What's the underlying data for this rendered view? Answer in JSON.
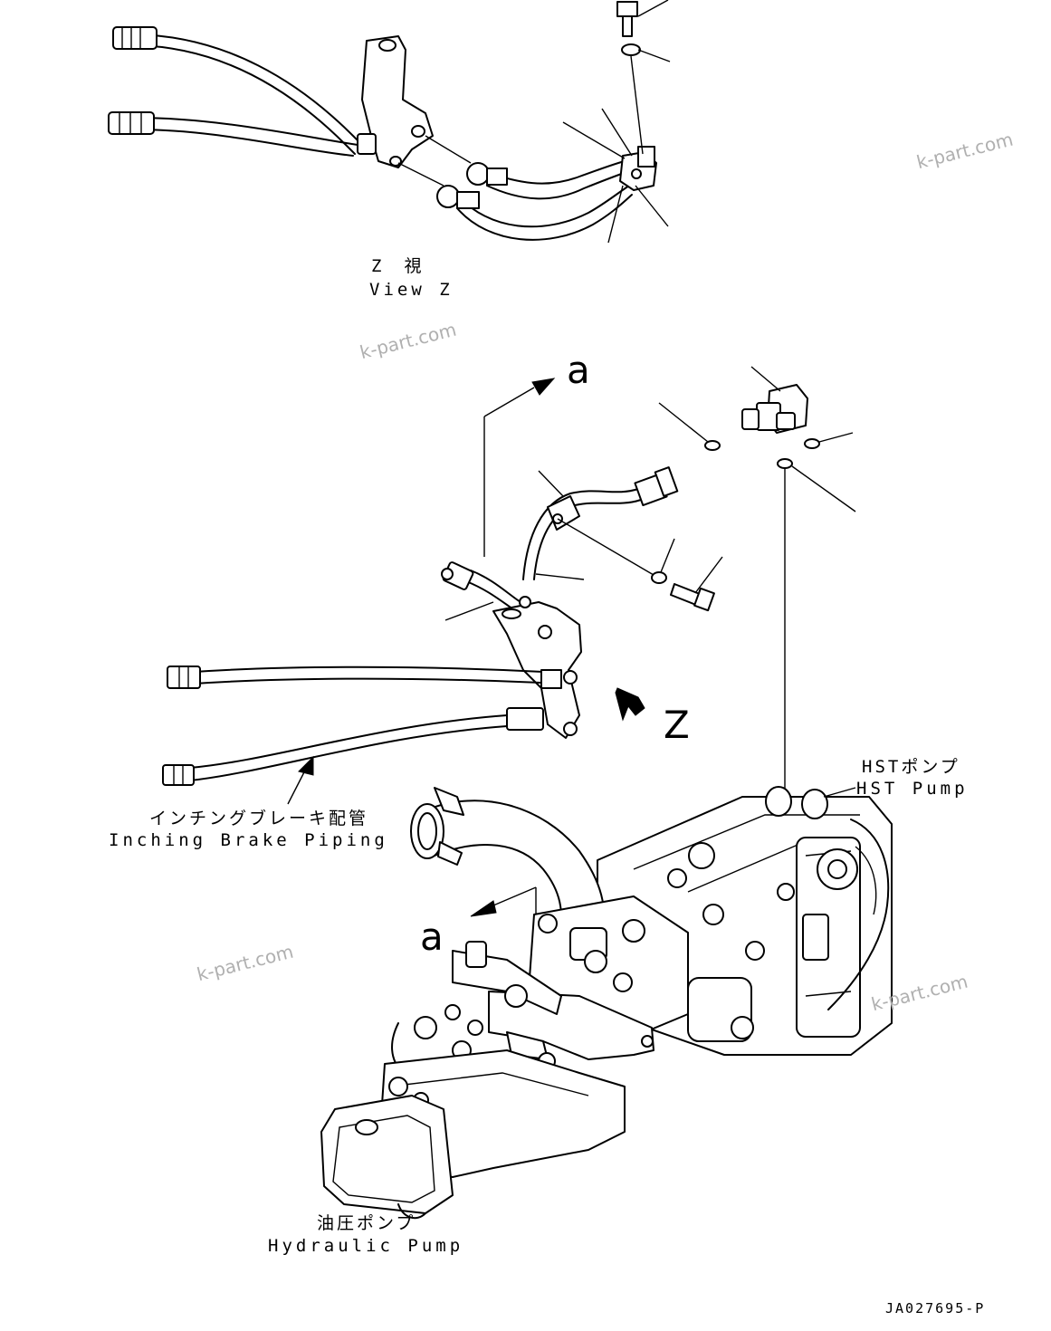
{
  "view_z": {
    "jp": "Z　視",
    "en": "View Z"
  },
  "ref_a_top": "a",
  "ref_a_bottom": "a",
  "ref_z": "Z",
  "hst_pump": {
    "jp": "HSTポンプ",
    "en": "HST Pump"
  },
  "inching": {
    "jp": "インチングブレーキ配管",
    "en": "Inching Brake Piping"
  },
  "hydraulic_pump": {
    "jp": "油圧ポンプ",
    "en": "Hydraulic Pump"
  },
  "drawing_code": "JA027695-P",
  "watermark": "k-part.com"
}
